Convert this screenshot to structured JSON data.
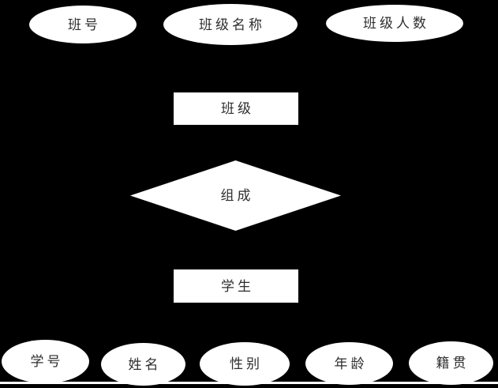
{
  "colors": {
    "background": "#000000",
    "shape_fill": "#ffffff",
    "text": "#2e2e2e"
  },
  "diagram": {
    "type": "er-diagram",
    "entity_class": {
      "label": "班级"
    },
    "entity_student": {
      "label": "学生"
    },
    "relationship": {
      "label": "组成"
    },
    "class_attributes": [
      {
        "label": "班号"
      },
      {
        "label": "班级名称"
      },
      {
        "label": "班级人数"
      }
    ],
    "student_attributes": [
      {
        "label": "学号"
      },
      {
        "label": "姓名"
      },
      {
        "label": "性别"
      },
      {
        "label": "年龄"
      },
      {
        "label": "籍贯"
      }
    ]
  }
}
